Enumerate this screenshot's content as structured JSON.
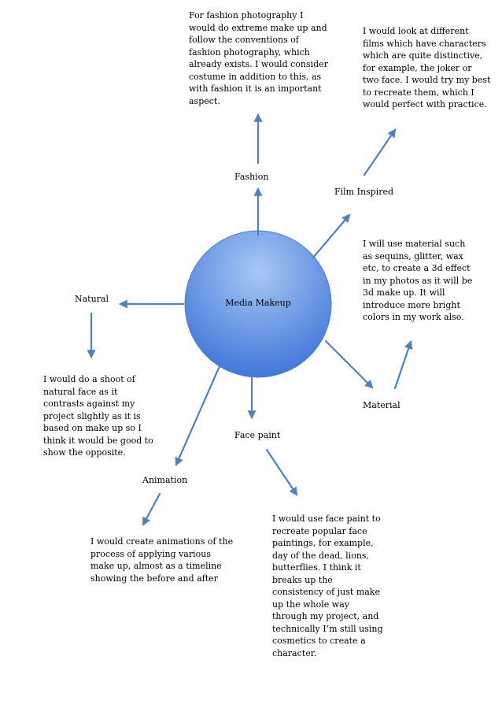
{
  "colors": {
    "arrow": "#4f81bd",
    "circle_light": "#a8c8f4",
    "circle_dark": "#3d74d8",
    "circle_stroke": "#4a7fc6"
  },
  "center": {
    "label": "Media Makeup"
  },
  "branches": {
    "fashion": {
      "label": "Fashion",
      "text": "For fashion photography I\nwould do extreme make up and\nfollow the conventions of\nfashion photography, which\nalready exists. I would consider\ncostume in addition to this, as\nwith fashion it is an important\naspect."
    },
    "film": {
      "label": "Film Inspired",
      "text": "I would look at different\nfilms which have characters\nwhich are quite distinctive,\nfor example, the joker or\ntwo face. I would try my best\nto recreate them, which I\nwould perfect with practice."
    },
    "material": {
      "label": "Material",
      "text": "I will use material such\nas sequins, glitter, wax\netc, to create a 3d effect\nin my photos as it will be\n3d make up. It will\nintroduce more bright\ncolors in my work also."
    },
    "natural": {
      "label": "Natural",
      "text": "I would do a shoot of\nnatural face as it\ncontrasts against my\nproject slightly as it is\nbased on make up so I\nthink it would be good to\nshow the opposite."
    },
    "face_paint": {
      "label": "Face paint",
      "text": "I would use face paint to\nrecreate popular face\npaintings, for example,\nday of the dead, lions,\nbutterflies. I think it\nbreaks up the\nconsistency of just make\nup the whole way\nthrough my project, and\ntechnically I’m still using\ncosmetics to create a\ncharacter."
    },
    "animation": {
      "label": "Animation",
      "text": "I would create animations of the\nprocess of applying various\nmake up, almost as a timeline\nshowing the before and after"
    }
  }
}
